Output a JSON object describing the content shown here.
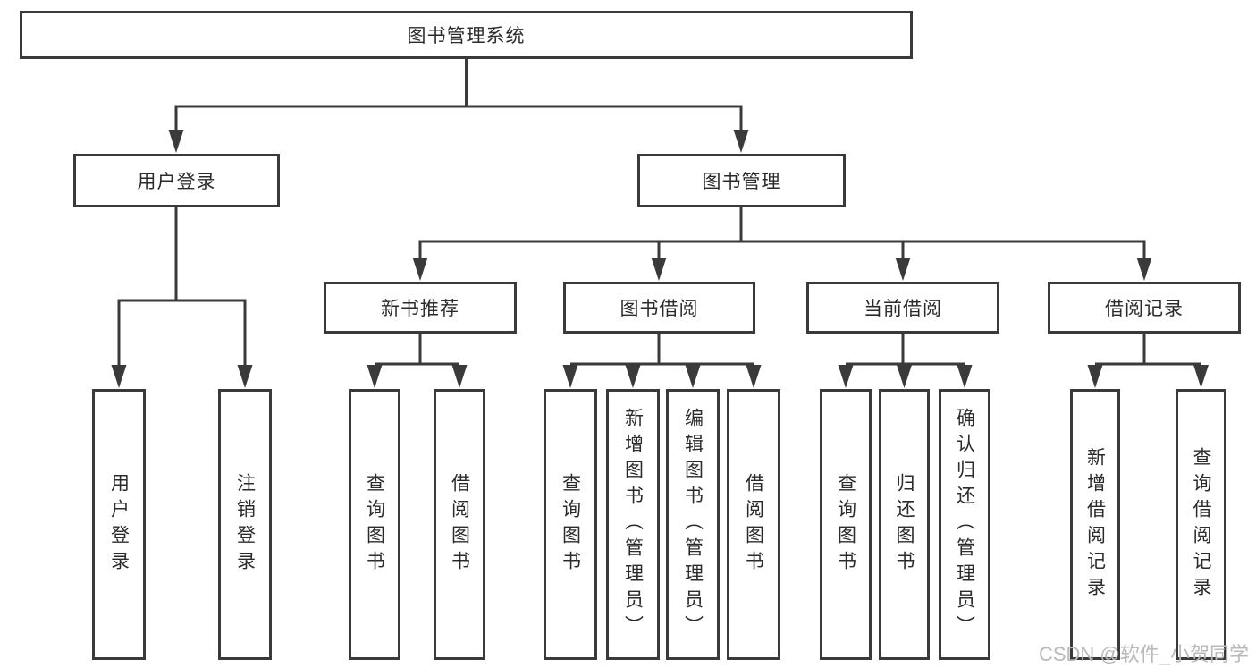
{
  "diagram_title": "图书管理系统",
  "watermark": "CSDN @软件_小贺同学",
  "colors": {
    "line": "#3a3a3a",
    "box_border": "#3a3a3a",
    "box_background": "#ffffff",
    "text": "#2b2b2b",
    "watermark": "#b9b9b9"
  },
  "tree": {
    "label": "图书管理系统",
    "children": [
      {
        "label": "用户登录",
        "children": [
          {
            "label": "用户登录"
          },
          {
            "label": "注销登录"
          }
        ]
      },
      {
        "label": "图书管理",
        "children": [
          {
            "label": "新书推荐",
            "children": [
              {
                "label": "查询图书"
              },
              {
                "label": "借阅图书"
              }
            ]
          },
          {
            "label": "图书借阅",
            "children": [
              {
                "label": "查询图书"
              },
              {
                "label": "新增图书（管理员）"
              },
              {
                "label": "编辑图书（管理员）"
              },
              {
                "label": "借阅图书"
              }
            ]
          },
          {
            "label": "当前借阅",
            "children": [
              {
                "label": "查询图书"
              },
              {
                "label": "归还图书"
              },
              {
                "label": "确认归还（管理员）"
              }
            ]
          },
          {
            "label": "借阅记录",
            "children": [
              {
                "label": "新增借阅记录"
              },
              {
                "label": "查询借阅记录"
              }
            ]
          }
        ]
      }
    ]
  }
}
